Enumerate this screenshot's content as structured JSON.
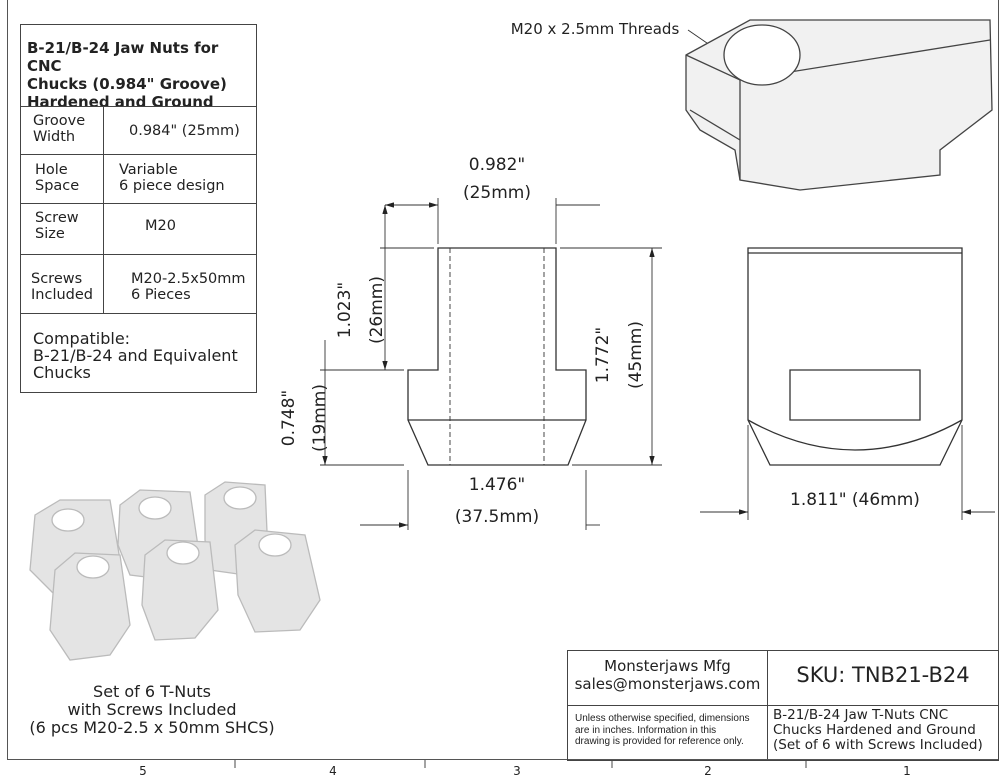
{
  "spec_table": {
    "title": [
      "B-21/B-24 Jaw Nuts for CNC",
      "Chucks (0.984\" Groove)",
      "Hardened and Ground"
    ],
    "rows": [
      {
        "label": [
          "Groove",
          "Width"
        ],
        "value": [
          "0.984\" (25mm)"
        ]
      },
      {
        "label": [
          "Hole",
          "Space"
        ],
        "value": [
          "Variable",
          "6 piece design"
        ]
      },
      {
        "label": [
          "Screw",
          "Size"
        ],
        "value": [
          "M20"
        ]
      },
      {
        "label": [
          "Screws",
          "Included"
        ],
        "value": [
          "M20-2.5x50mm",
          "6 Pieces"
        ]
      }
    ],
    "compatible": [
      "Compatible:",
      "B-21/B-24 and Equivalent",
      "Chucks"
    ]
  },
  "callout": "M20 x 2.5mm Threads",
  "dimensions": {
    "top_width_in": "0.982\"",
    "top_width_mm": "(25mm)",
    "upper_height_in": "1.023\"",
    "upper_height_mm": "(26mm)",
    "flange_height_in": "0.748\"",
    "flange_height_mm": "(19mm)",
    "total_height_in": "1.772\"",
    "total_height_mm": "(45mm)",
    "base_width_in": "1.476\"",
    "base_width_mm": "(37.5mm)",
    "side_width": "1.811\" (46mm)"
  },
  "caption": [
    "Set of 6 T-Nuts",
    "with Screws Included",
    "(6 pcs M20-2.5 x 50mm SHCS)"
  ],
  "title_block": {
    "company": "Monsterjaws Mfg",
    "email": "sales@monsterjaws.com",
    "sku": "SKU:  TNB21-B24",
    "note": [
      "Unless otherwise specified, dimensions",
      "are in inches.  Information in this",
      "drawing is provided for reference only."
    ],
    "description": [
      "B-21/B-24 Jaw T-Nuts CNC",
      "Chucks Hardened and Ground",
      "(Set of 6 with Screws Included)"
    ]
  },
  "zones": [
    "5",
    "4",
    "3",
    "2",
    "1"
  ]
}
